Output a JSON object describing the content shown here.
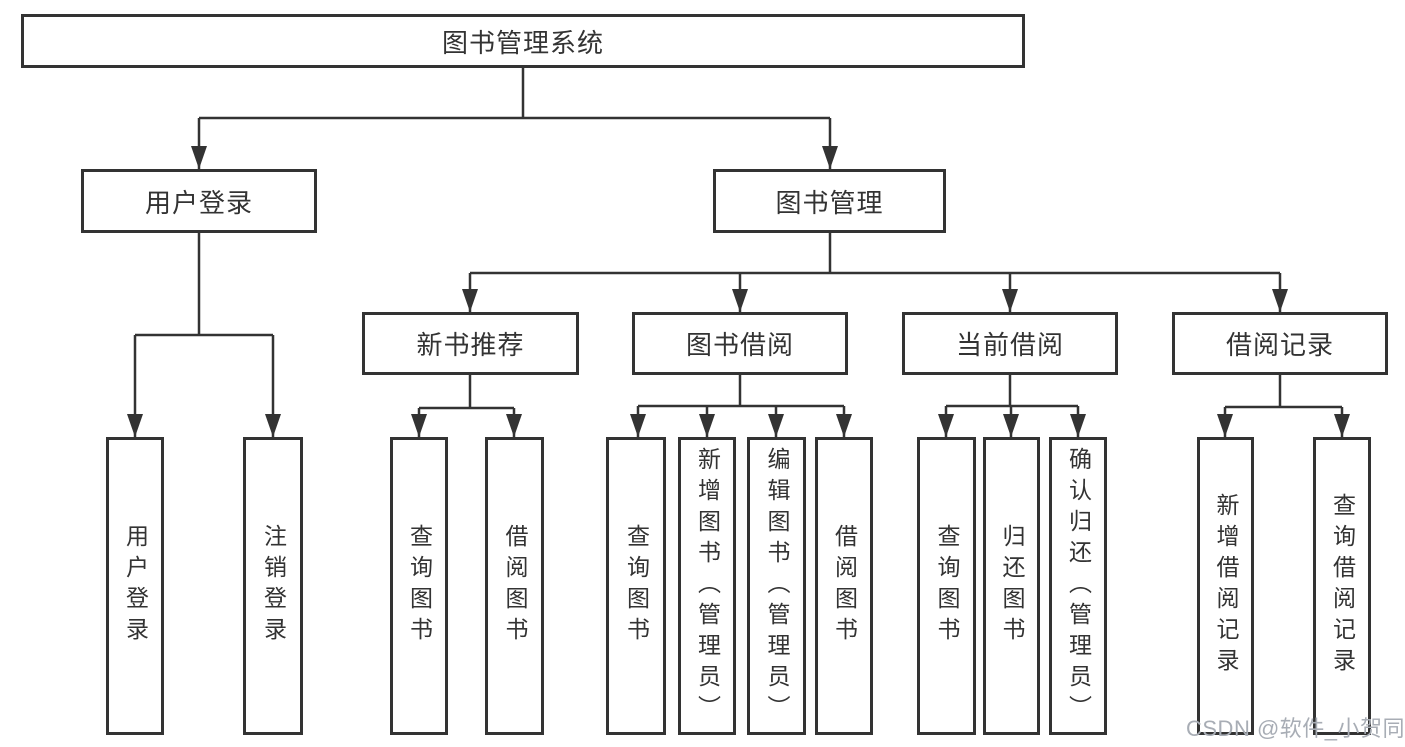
{
  "diagram": {
    "title": "图书管理系统",
    "watermark": "CSDN @软件_小贺同学",
    "colors": {
      "line": "#333333",
      "box_border": "#333333",
      "box_fill": "#ffffff",
      "text": "#333333",
      "watermark": "#a8adb5",
      "background": "#ffffff"
    },
    "tree": {
      "label": "图书管理系统",
      "children": [
        {
          "label": "用户登录",
          "children": [
            {
              "label": "用户登录"
            },
            {
              "label": "注销登录"
            }
          ]
        },
        {
          "label": "图书管理",
          "children": [
            {
              "label": "新书推荐",
              "children": [
                {
                  "label": "查询图书"
                },
                {
                  "label": "借阅图书"
                }
              ]
            },
            {
              "label": "图书借阅",
              "children": [
                {
                  "label": "查询图书"
                },
                {
                  "label": "新增图书（管理员）"
                },
                {
                  "label": "编辑图书（管理员）"
                },
                {
                  "label": "借阅图书"
                }
              ]
            },
            {
              "label": "当前借阅",
              "children": [
                {
                  "label": "查询图书"
                },
                {
                  "label": "归还图书"
                },
                {
                  "label": "确认归还（管理员）"
                }
              ]
            },
            {
              "label": "借阅记录",
              "children": [
                {
                  "label": "新增借阅记录"
                },
                {
                  "label": "查询借阅记录"
                }
              ]
            }
          ]
        }
      ]
    },
    "nodes": [
      {
        "label": "图书管理系统"
      },
      {
        "label": "用户登录"
      },
      {
        "label": "图书管理"
      },
      {
        "label": "新书推荐"
      },
      {
        "label": "图书借阅"
      },
      {
        "label": "当前借阅"
      },
      {
        "label": "借阅记录"
      },
      {
        "label": "用户登录"
      },
      {
        "label": "注销登录"
      },
      {
        "label": "查询图书"
      },
      {
        "label": "借阅图书"
      },
      {
        "label": "查询图书"
      },
      {
        "label": "新增图书（管理员）"
      },
      {
        "label": "编辑图书（管理员）"
      },
      {
        "label": "借阅图书"
      },
      {
        "label": "查询图书"
      },
      {
        "label": "归还图书"
      },
      {
        "label": "确认归还（管理员）"
      },
      {
        "label": "新增借阅记录"
      },
      {
        "label": "查询借阅记录"
      }
    ]
  }
}
